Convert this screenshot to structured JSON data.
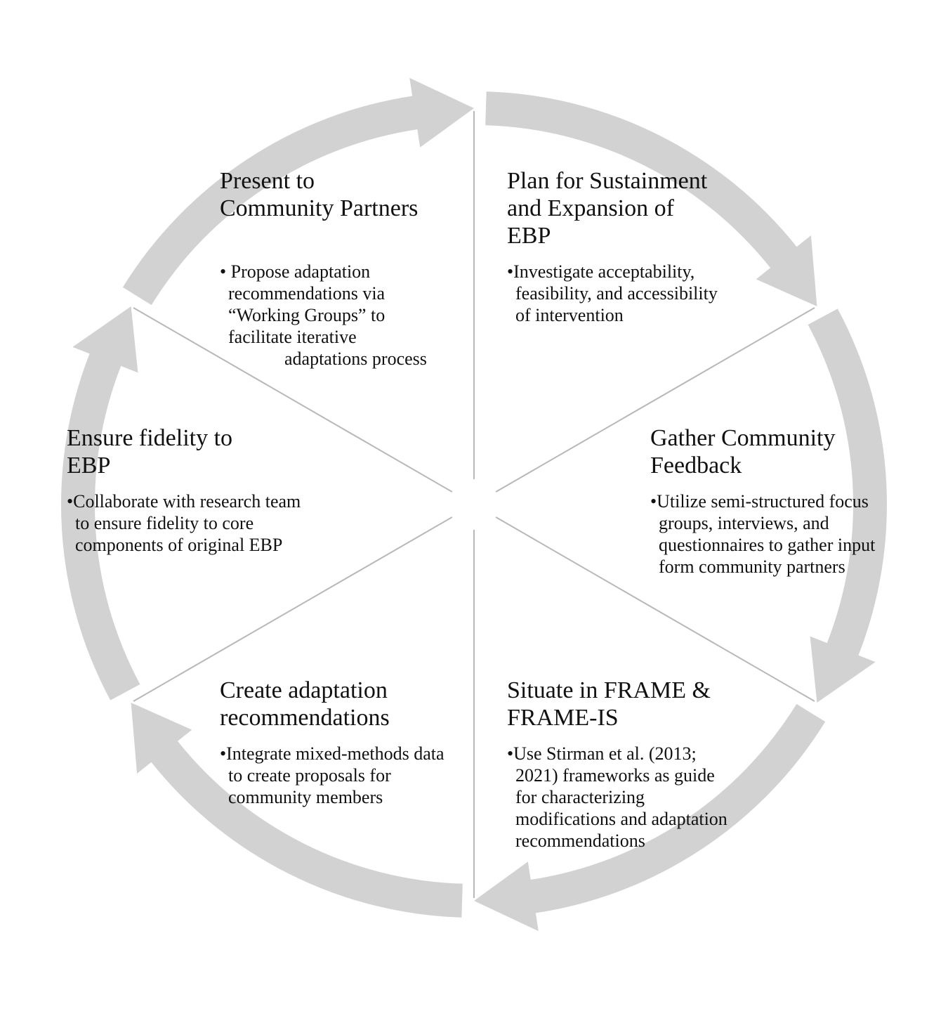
{
  "colors": {
    "arrow": "#d2d2d2",
    "divider": "#b8b8b8",
    "text": "#111111",
    "background": "#ffffff"
  },
  "segments": [
    {
      "id": "plan",
      "title": "Plan for Sustainment and Expansion of EBP",
      "bullet": "Investigate acceptability, feasibility, and accessibility of intervention"
    },
    {
      "id": "gather",
      "title": "Gather Community Feedback",
      "bullet": "Utilize semi-structured focus groups, interviews, and questionnaires to gather input form community partners"
    },
    {
      "id": "situate",
      "title": "Situate in FRAME & FRAME-IS",
      "bullet": "Use Stirman et al. (2013; 2021) frameworks as guide for characterizing modifications and adaptation recommendations"
    },
    {
      "id": "create",
      "title": "Create adaptation recommendations",
      "bullet": "Integrate mixed-methods data to create proposals for community members"
    },
    {
      "id": "ensure",
      "title": "Ensure fidelity to EBP",
      "bullet": "Collaborate with research team to ensure fidelity to core components of original EBP"
    },
    {
      "id": "present",
      "title": "Present to Community Partners",
      "bullet_lines": [
        "Propose adaptation recommendations via “Working Groups” to facilitate iterative",
        "adaptations process"
      ]
    }
  ]
}
